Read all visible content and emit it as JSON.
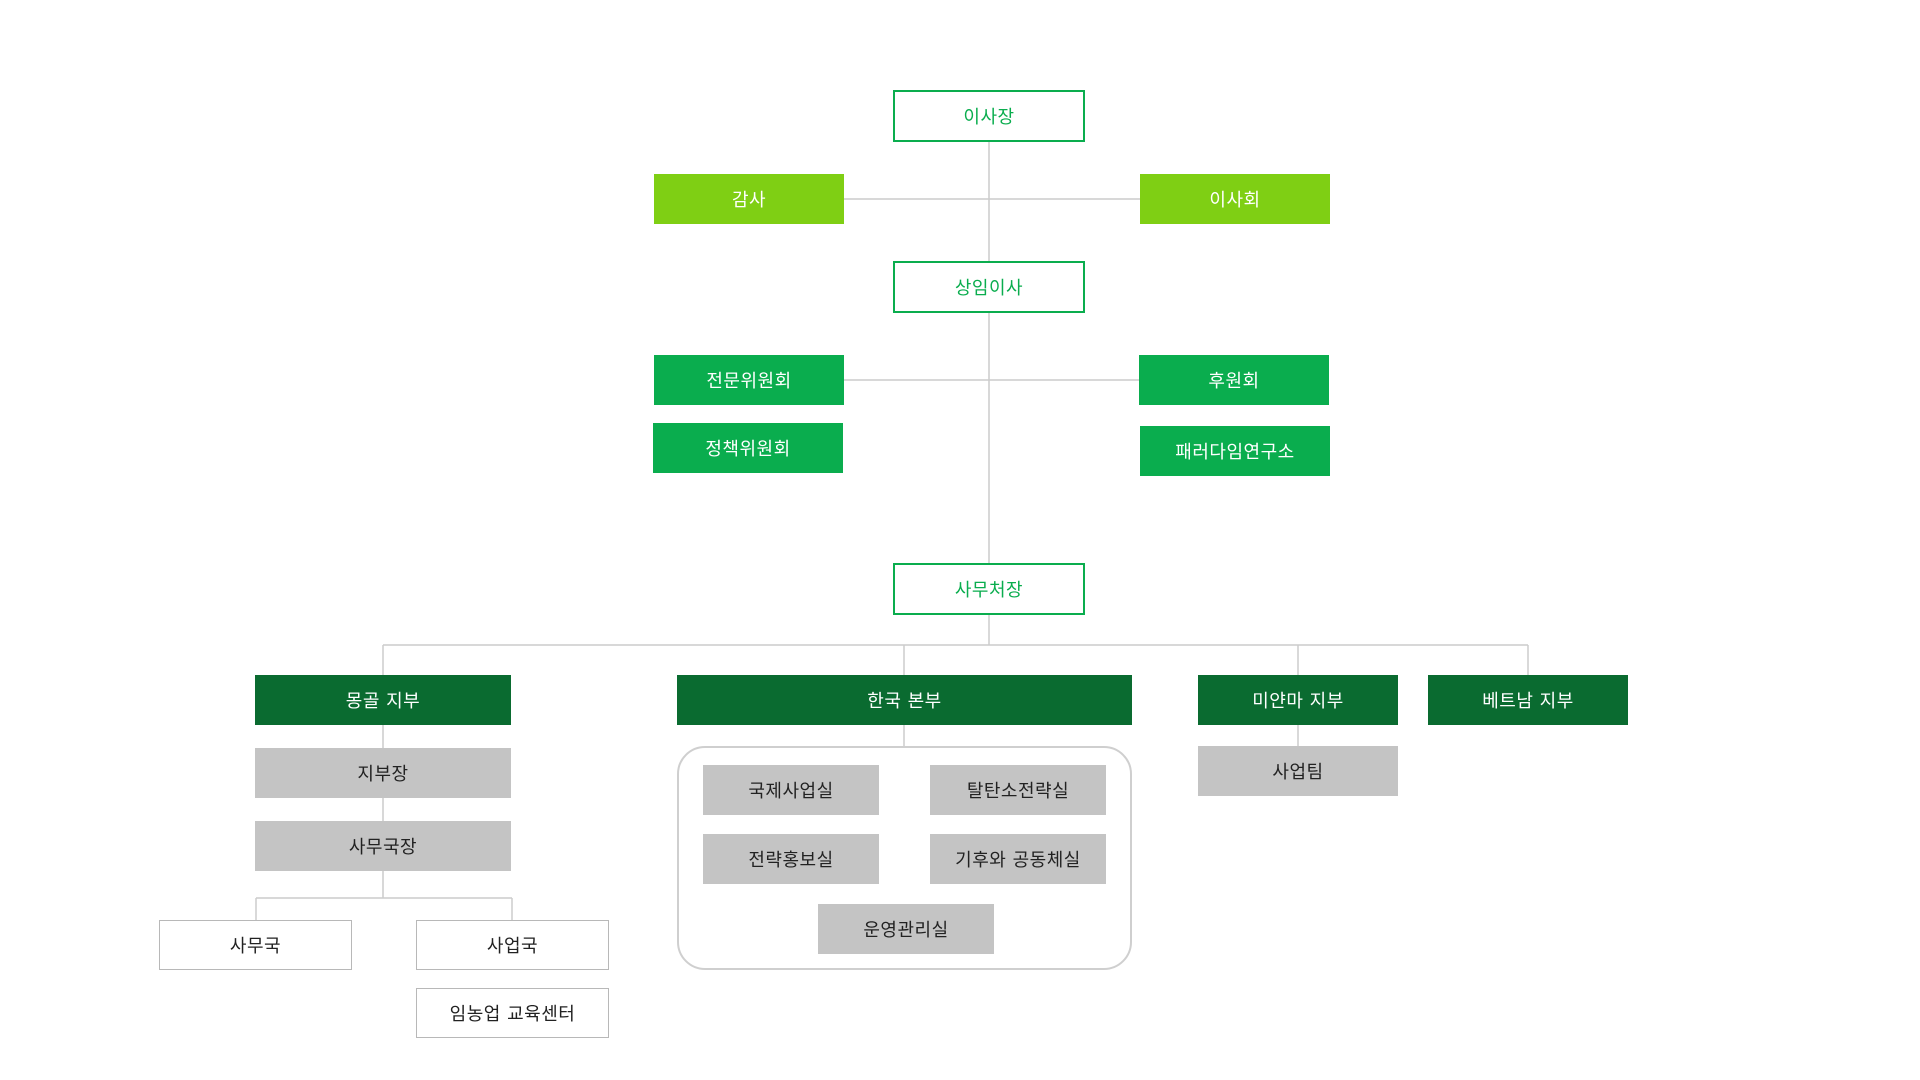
{
  "colors": {
    "primary_green": "#0aad4e",
    "lime_green": "#7fcf14",
    "dark_green": "#0a6b30",
    "gray_box": "#c4c4c4",
    "connector": "#cccccc"
  },
  "org": {
    "chairman": "이사장",
    "auditor": "감사",
    "board": "이사회",
    "standing_director": "상임이사",
    "expert_committee": "전문위원회",
    "policy_committee": "정책위원회",
    "sponsors": "후원회",
    "paradigm_institute": "패러다임연구소",
    "secretary_general": "사무처장",
    "branches": {
      "mongolia": {
        "label": "몽골 지부",
        "branch_head": "지부장",
        "office_chief": "사무국장",
        "office": "사무국",
        "business_dept": "사업국",
        "education_center": "임농업 교육센터"
      },
      "korea": {
        "label": "한국 본부",
        "offices": {
          "intl_projects": "국제사업실",
          "carbon_strategy": "탈탄소전략실",
          "strategy_pr": "전략홍보실",
          "climate_community": "기후와 공동체실",
          "operations": "운영관리실"
        }
      },
      "myanmar": {
        "label": "미얀마 지부",
        "business_team": "사업팀"
      },
      "vietnam": {
        "label": "베트남 지부"
      }
    }
  }
}
